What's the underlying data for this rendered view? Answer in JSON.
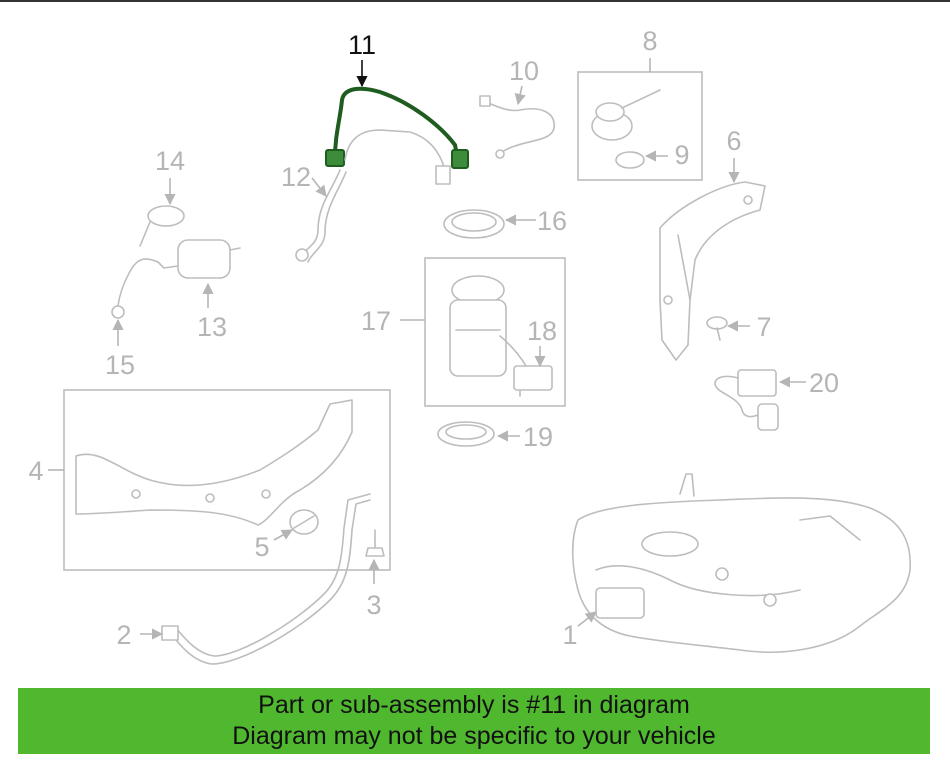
{
  "callouts": {
    "c1": "1",
    "c2": "2",
    "c3": "3",
    "c4": "4",
    "c5": "5",
    "c6": "6",
    "c7": "7",
    "c8": "8",
    "c9": "9",
    "c10": "10",
    "c11": "11",
    "c12": "12",
    "c13": "13",
    "c14": "14",
    "c15": "15",
    "c16": "16",
    "c17": "17",
    "c18": "18",
    "c19": "19",
    "c20": "20"
  },
  "highlight_part": "11",
  "banner": {
    "line1": "Part or sub-assembly is #11 in diagram",
    "line2": "Diagram may not be specific to your vehicle"
  },
  "colors": {
    "banner_background": "#4fb82f",
    "highlighted_part": "#1f5c1f",
    "part_line": "#bdbdbd",
    "callout_text": "#b5b5b5"
  }
}
